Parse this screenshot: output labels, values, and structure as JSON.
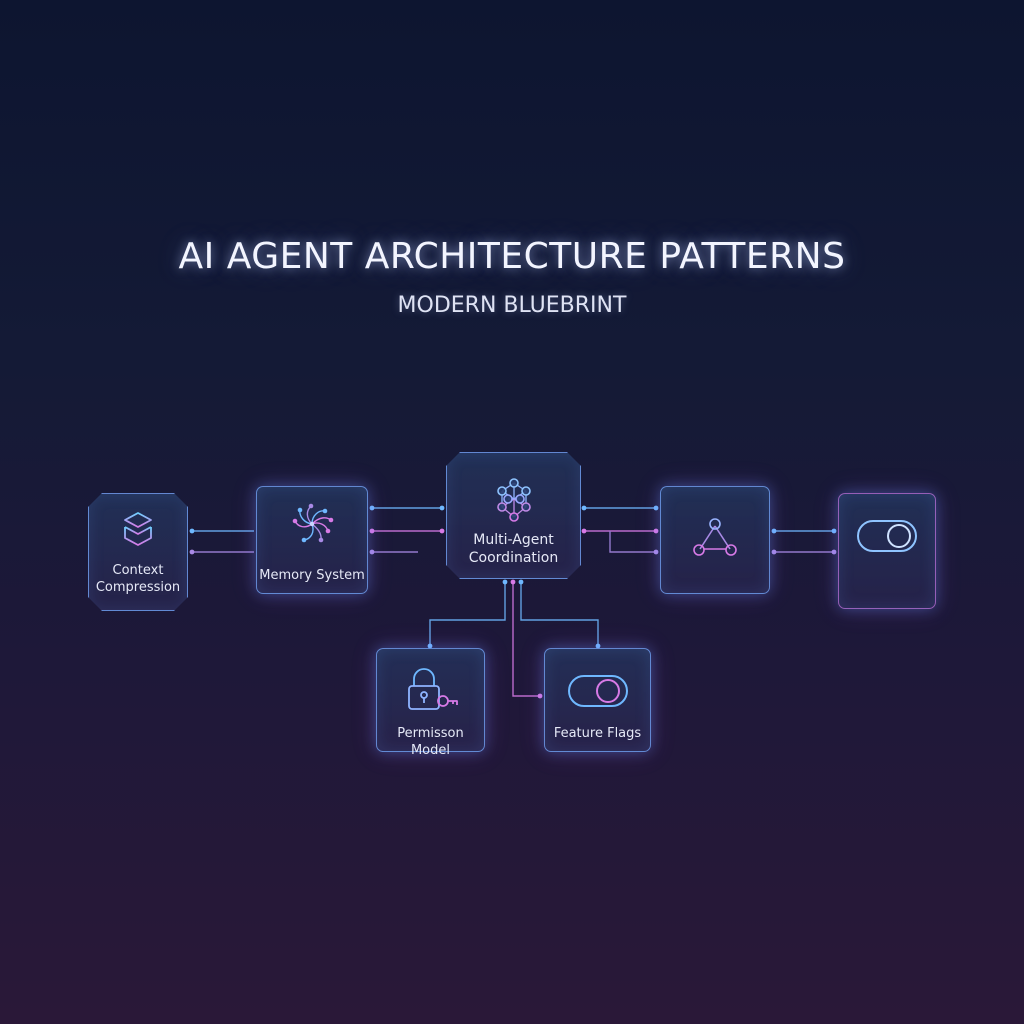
{
  "header": {
    "title": "AI AGENT ARCHITECTURE PATTERNS",
    "subtitle": "MODERN BLUEBRINT"
  },
  "nodes": {
    "context": {
      "line1": "Context",
      "line2": "Compression",
      "icon": "stack-cube-icon"
    },
    "memory": {
      "label": "Memory System",
      "icon": "neural-spiral-icon"
    },
    "multiagent": {
      "line1": "Multi-Agent",
      "line2": "Coordination",
      "icon": "network-hex-icon"
    },
    "triangle": {
      "icon": "triangle-graph-icon"
    },
    "toggle_right": {
      "icon": "toggle-icon"
    },
    "permission": {
      "label": "Permisson Model",
      "icon": "lock-key-icon"
    },
    "feature": {
      "label": "Feature Flags",
      "icon": "toggle-icon"
    }
  },
  "colors": {
    "cyan": "#6fb8ff",
    "pink": "#d77ae6",
    "violet": "#9a84e8"
  }
}
